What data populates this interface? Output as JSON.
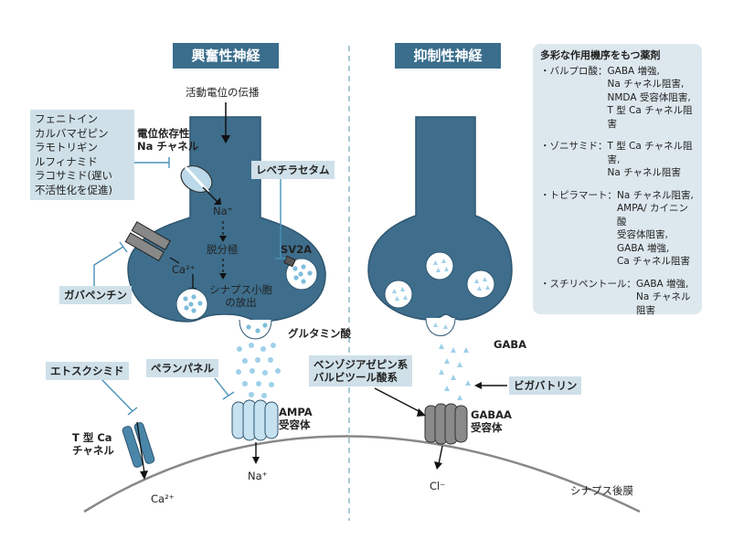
{
  "headers": {
    "excitatory": "興奮性神経",
    "inhibitory": "抑制性神経"
  },
  "labels": {
    "action_potential": "活動電位の伝播",
    "na_channel": "電位依存性\nNa チャネル",
    "na_plus": "Na⁺",
    "depolarization": "脱分極",
    "ca_plus": "Ca²⁺",
    "vesicle_release": "シナプス小胞\nの放出",
    "sv2a": "SV2A",
    "glutamate": "グルタミン酸",
    "ampa": "AMPA\n受容体",
    "na_plus_out": "Na⁺",
    "t_ca": "T 型 Ca\nチャネル",
    "ca_plus_out": "Ca²⁺",
    "gaba": "GABA",
    "gaba_a": "GABAA\n受容体",
    "cl_minus": "Cl⁻",
    "postsynaptic": "シナプス後膜"
  },
  "drug_boxes": {
    "na_blockers": "フェニトイン\nカルバマゼピン\nラモトリギン\nルフィナミド\nラコサミド(遅い\n不活性化を促進)",
    "levetiracetam": "レベチラセタム",
    "gabapentin": "ガバペンチン",
    "ethosuximide": "エトスクシミド",
    "perampanel": "ペランパネル",
    "benzo": "ベンゾジアゼピン系\nバルビツール酸系",
    "vigabatrin": "ビガバトリン"
  },
  "sidebar": {
    "title": "多彩な作用機序をもつ薬剤",
    "items": [
      {
        "name": "・バルプロ酸：",
        "effects": "GABA 増強,\nNa チャネル阻害,\nNMDA 受容体阻害,\nT 型 Ca チャネル阻害"
      },
      {
        "name": "・ゾニサミド：",
        "effects": "T 型 Ca チャネル阻害,\nNa チャネル阻害"
      },
      {
        "name": "・トピラマート：",
        "effects": "Na チャネル阻害,\nAMPA/ カイニン酸\n受容体阻害,\nGABA 増強,\nCa チャネル阻害"
      },
      {
        "name": "・スチリペントール：",
        "effects": "GABA 増強,\nNa チャネル阻害"
      }
    ]
  },
  "colors": {
    "terminal": "#3e6e8c",
    "header": "#3a6e8c",
    "box": "#cfe0e8",
    "vesicle": "#9fd0ea",
    "gaba_receptor": "#8a8a8a"
  }
}
